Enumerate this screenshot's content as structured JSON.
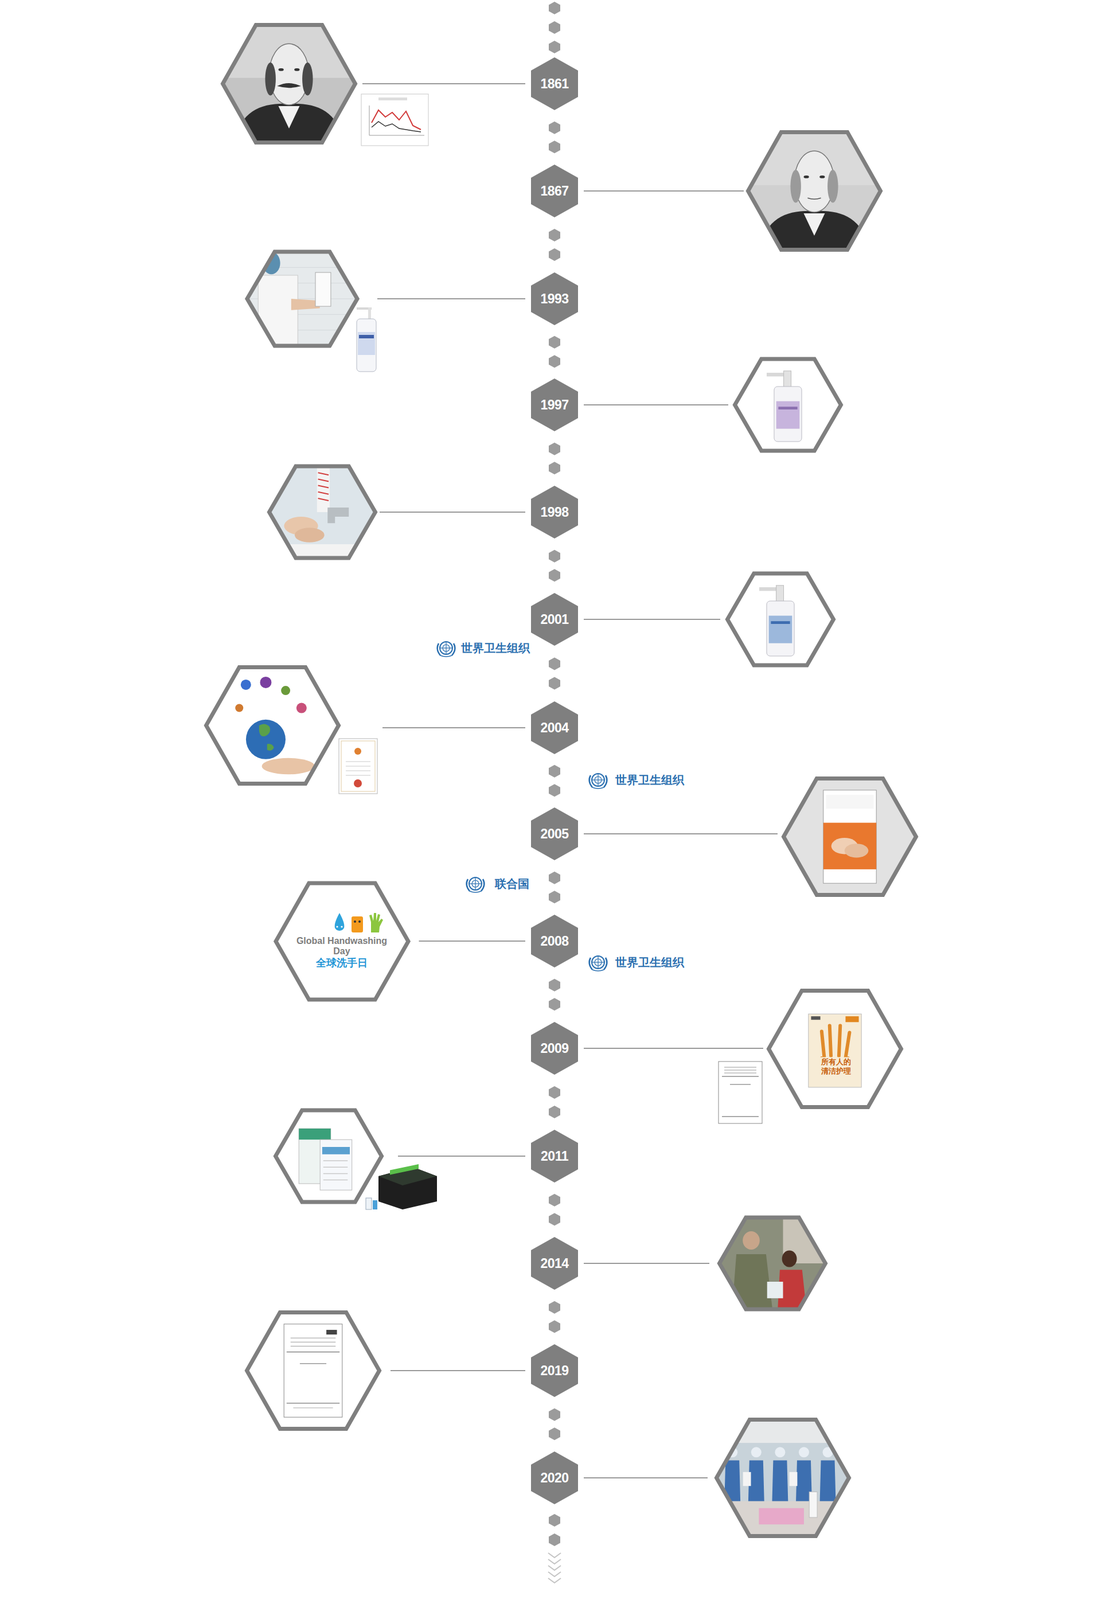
{
  "diagram": {
    "nodes": [
      {
        "text": [
          "1861"
        ]
      },
      {
        "text": [
          "1867"
        ]
      },
      {
        "text": [
          "1993"
        ]
      },
      {
        "text": [
          "1997"
        ]
      },
      {
        "text": [
          "1998"
        ]
      },
      {
        "text": [
          "2001"
        ]
      },
      {
        "text": [
          "2004"
        ]
      },
      {
        "text": [
          "2005"
        ]
      },
      {
        "text": [
          "2008"
        ]
      },
      {
        "text": [
          "Global Handwashing Day",
          "全球洗手日"
        ]
      },
      {
        "text": [
          "2009"
        ]
      },
      {
        "text": [
          "2011"
        ]
      },
      {
        "text": [
          "2014"
        ]
      },
      {
        "text": [
          "2019"
        ]
      },
      {
        "text": [
          "2020"
        ]
      }
    ],
    "edges": [
      {
        "from": 8,
        "to": 9,
        "arrow": "none"
      }
    ],
    "labels": [
      "世界卫生组织",
      "世界卫生组织",
      "联合国",
      "世界卫生组织",
      "所有人的 清洁护理"
    ]
  }
}
